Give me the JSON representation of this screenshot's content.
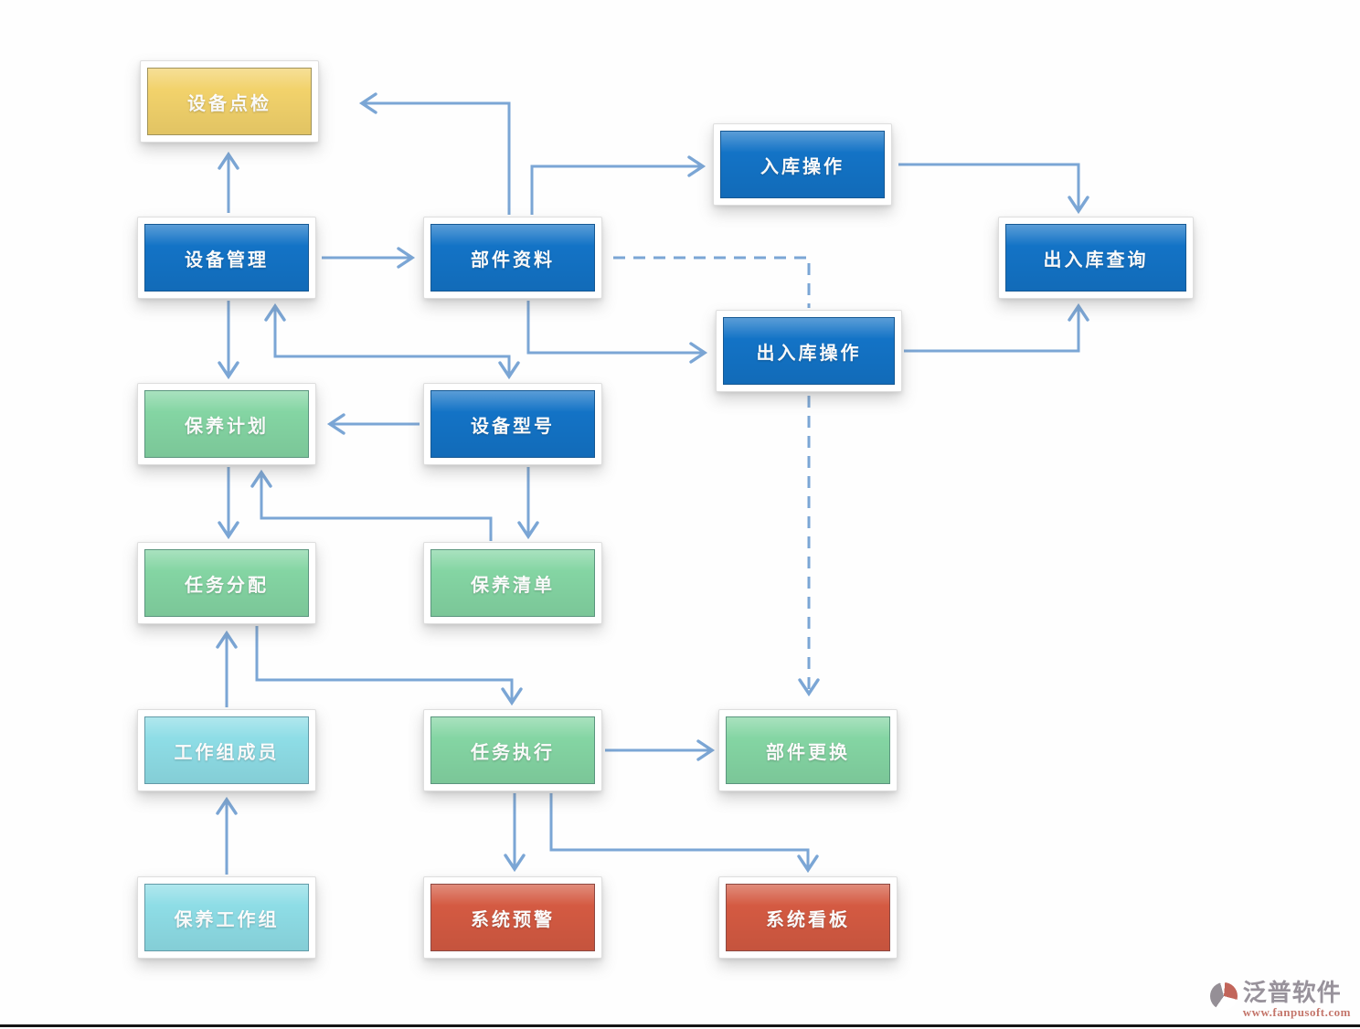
{
  "diagram": {
    "nodes": [
      {
        "id": "equipment-inspection",
        "label": "设备点检",
        "tone": "yellow"
      },
      {
        "id": "equipment-management",
        "label": "设备管理",
        "tone": "blue"
      },
      {
        "id": "parts-data",
        "label": "部件资料",
        "tone": "blue"
      },
      {
        "id": "inbound-operation",
        "label": "入库操作",
        "tone": "blue"
      },
      {
        "id": "in-out-query",
        "label": "出入库查询",
        "tone": "blue"
      },
      {
        "id": "in-out-operation",
        "label": "出入库操作",
        "tone": "blue"
      },
      {
        "id": "maintenance-plan",
        "label": "保养计划",
        "tone": "green"
      },
      {
        "id": "equipment-model",
        "label": "设备型号",
        "tone": "blue"
      },
      {
        "id": "task-assignment",
        "label": "任务分配",
        "tone": "green"
      },
      {
        "id": "maintenance-list",
        "label": "保养清单",
        "tone": "green"
      },
      {
        "id": "workgroup-members",
        "label": "工作组成员",
        "tone": "cyan"
      },
      {
        "id": "task-execution",
        "label": "任务执行",
        "tone": "green"
      },
      {
        "id": "parts-replacement",
        "label": "部件更换",
        "tone": "green"
      },
      {
        "id": "maintenance-workgroup",
        "label": "保养工作组",
        "tone": "cyan"
      },
      {
        "id": "system-alert",
        "label": "系统预警",
        "tone": "red"
      },
      {
        "id": "system-dashboard",
        "label": "系统看板",
        "tone": "red"
      }
    ],
    "tones": {
      "blue": "#1373c6",
      "yellow": "#f2d26b",
      "green": "#84d5a3",
      "cyan": "#8edde6",
      "red": "#d45a42"
    },
    "edge_color": "#7ba6d5",
    "edges": [
      {
        "from": "equipment-management",
        "to": "equipment-inspection",
        "style": "solid"
      },
      {
        "from": "parts-data",
        "to": "equipment-inspection",
        "style": "solid"
      },
      {
        "from": "parts-data",
        "to": "inbound-operation",
        "style": "solid"
      },
      {
        "from": "equipment-management",
        "to": "parts-data",
        "style": "solid"
      },
      {
        "from": "parts-data",
        "to": "in-out-operation",
        "style": "dashed"
      },
      {
        "from": "in-out-operation",
        "to": "parts-replacement",
        "style": "dashed"
      },
      {
        "from": "inbound-operation",
        "to": "in-out-query",
        "style": "solid"
      },
      {
        "from": "in-out-operation",
        "to": "in-out-query",
        "style": "solid"
      },
      {
        "from": "parts-data",
        "to": "in-out-operation",
        "style": "solid"
      },
      {
        "from": "equipment-management",
        "to": "maintenance-plan",
        "style": "solid"
      },
      {
        "from": "equipment-management",
        "to": "equipment-model",
        "style": "solid-bidirectional"
      },
      {
        "from": "equipment-model",
        "to": "maintenance-plan",
        "style": "solid"
      },
      {
        "from": "equipment-model",
        "to": "maintenance-list",
        "style": "solid"
      },
      {
        "from": "maintenance-list",
        "to": "maintenance-plan",
        "style": "solid"
      },
      {
        "from": "maintenance-plan",
        "to": "task-assignment",
        "style": "solid"
      },
      {
        "from": "task-assignment",
        "to": "task-execution",
        "style": "solid"
      },
      {
        "from": "workgroup-members",
        "to": "task-assignment",
        "style": "solid"
      },
      {
        "from": "maintenance-workgroup",
        "to": "workgroup-members",
        "style": "solid"
      },
      {
        "from": "task-execution",
        "to": "parts-replacement",
        "style": "solid"
      },
      {
        "from": "task-execution",
        "to": "system-alert",
        "style": "solid"
      },
      {
        "from": "task-execution",
        "to": "system-dashboard",
        "style": "solid"
      }
    ]
  },
  "watermark": {
    "brand": "泛普软件",
    "url": "www.fanpusoft.com",
    "brand_color": "#98929b",
    "url_color": "#c4766b"
  }
}
